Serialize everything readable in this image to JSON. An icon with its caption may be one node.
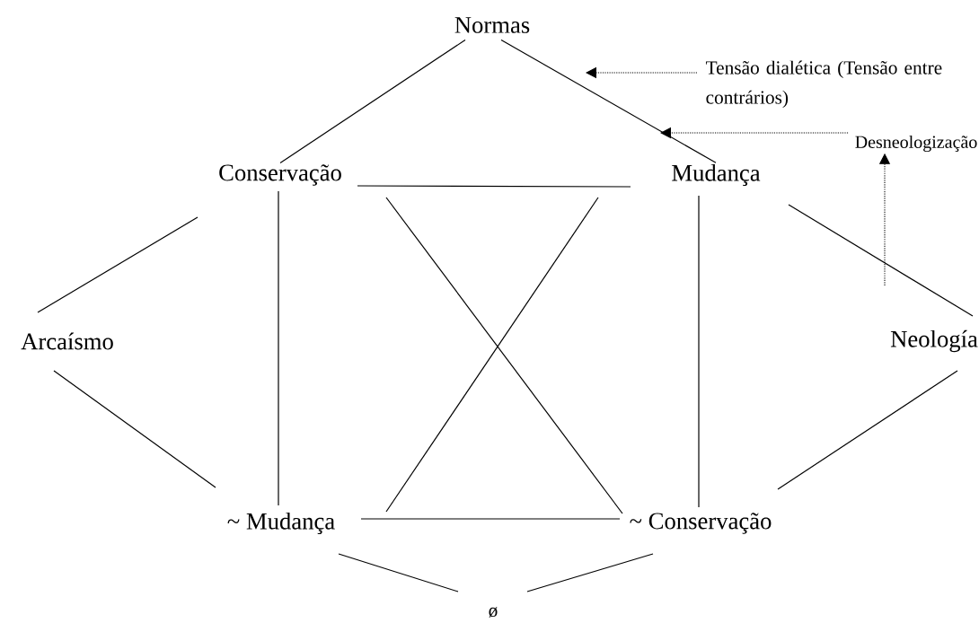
{
  "diagram": {
    "nodes": [
      {
        "text": [
          "Normas"
        ]
      },
      {
        "text": [
          "Conservação"
        ]
      },
      {
        "text": [
          "Mudança"
        ]
      },
      {
        "text": [
          "Arcaísmo"
        ]
      },
      {
        "text": [
          "Neología"
        ]
      },
      {
        "text": [
          "~ Mudança"
        ]
      },
      {
        "text": [
          "~ Conservação"
        ]
      },
      {
        "text": [
          "ø"
        ]
      },
      {
        "text": [
          "Tensão dialética (Tensão entre contrários)"
        ]
      },
      {
        "text": [
          "Desneologização"
        ]
      }
    ],
    "edges": [
      {
        "from": 0,
        "to": 1,
        "arrow": "none"
      },
      {
        "from": 0,
        "to": 2,
        "arrow": "none"
      },
      {
        "from": 1,
        "to": 3,
        "arrow": "none"
      },
      {
        "from": 1,
        "to": 2,
        "arrow": "none"
      },
      {
        "from": 1,
        "to": 5,
        "arrow": "none"
      },
      {
        "from": 1,
        "to": 6,
        "arrow": "none"
      },
      {
        "from": 2,
        "to": 5,
        "arrow": "none"
      },
      {
        "from": 2,
        "to": 6,
        "arrow": "none"
      },
      {
        "from": 2,
        "to": 4,
        "arrow": "none"
      },
      {
        "from": 3,
        "to": 5,
        "arrow": "none"
      },
      {
        "from": 4,
        "to": 6,
        "arrow": "none"
      },
      {
        "from": 5,
        "to": 6,
        "arrow": "none"
      },
      {
        "from": 5,
        "to": 7,
        "arrow": "none"
      },
      {
        "from": 6,
        "to": 7,
        "arrow": "none"
      },
      {
        "from": 8,
        "to": null,
        "arrow": "to",
        "style": "dashed"
      },
      {
        "from": 9,
        "to": null,
        "arrow": "to",
        "style": "dashed"
      },
      {
        "from": null,
        "to": 9,
        "arrow": "to",
        "style": "dashed"
      }
    ]
  }
}
